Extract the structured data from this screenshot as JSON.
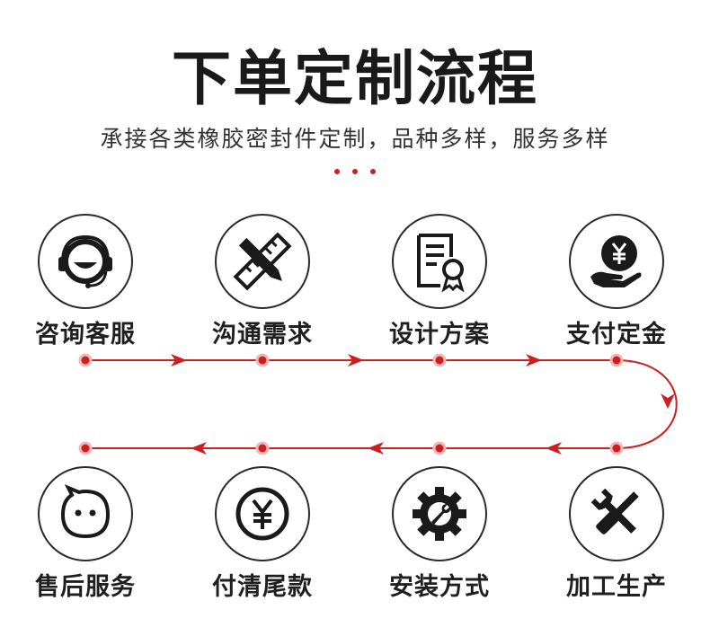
{
  "header": {
    "title": "下单定制流程",
    "subtitle": "承接各类橡胶密封件定制，品种多样，服务多样"
  },
  "colors": {
    "accent": "#cc1f1f",
    "text": "#1f1f1f",
    "outline": "#2a2a2a"
  },
  "steps_top": [
    {
      "label": "咨询客服",
      "icon": "headset-smiley-icon"
    },
    {
      "label": "沟通需求",
      "icon": "ruler-pencil-icon"
    },
    {
      "label": "设计方案",
      "icon": "certificate-document-icon"
    },
    {
      "label": "支付定金",
      "icon": "yen-coin-hand-icon"
    }
  ],
  "steps_bottom": [
    {
      "label": "售后服务",
      "icon": "chat-face-icon"
    },
    {
      "label": "付清尾款",
      "icon": "yen-circle-icon"
    },
    {
      "label": "安装方式",
      "icon": "gear-wrench-icon"
    },
    {
      "label": "加工生产",
      "icon": "screwdriver-wrench-icon"
    }
  ]
}
